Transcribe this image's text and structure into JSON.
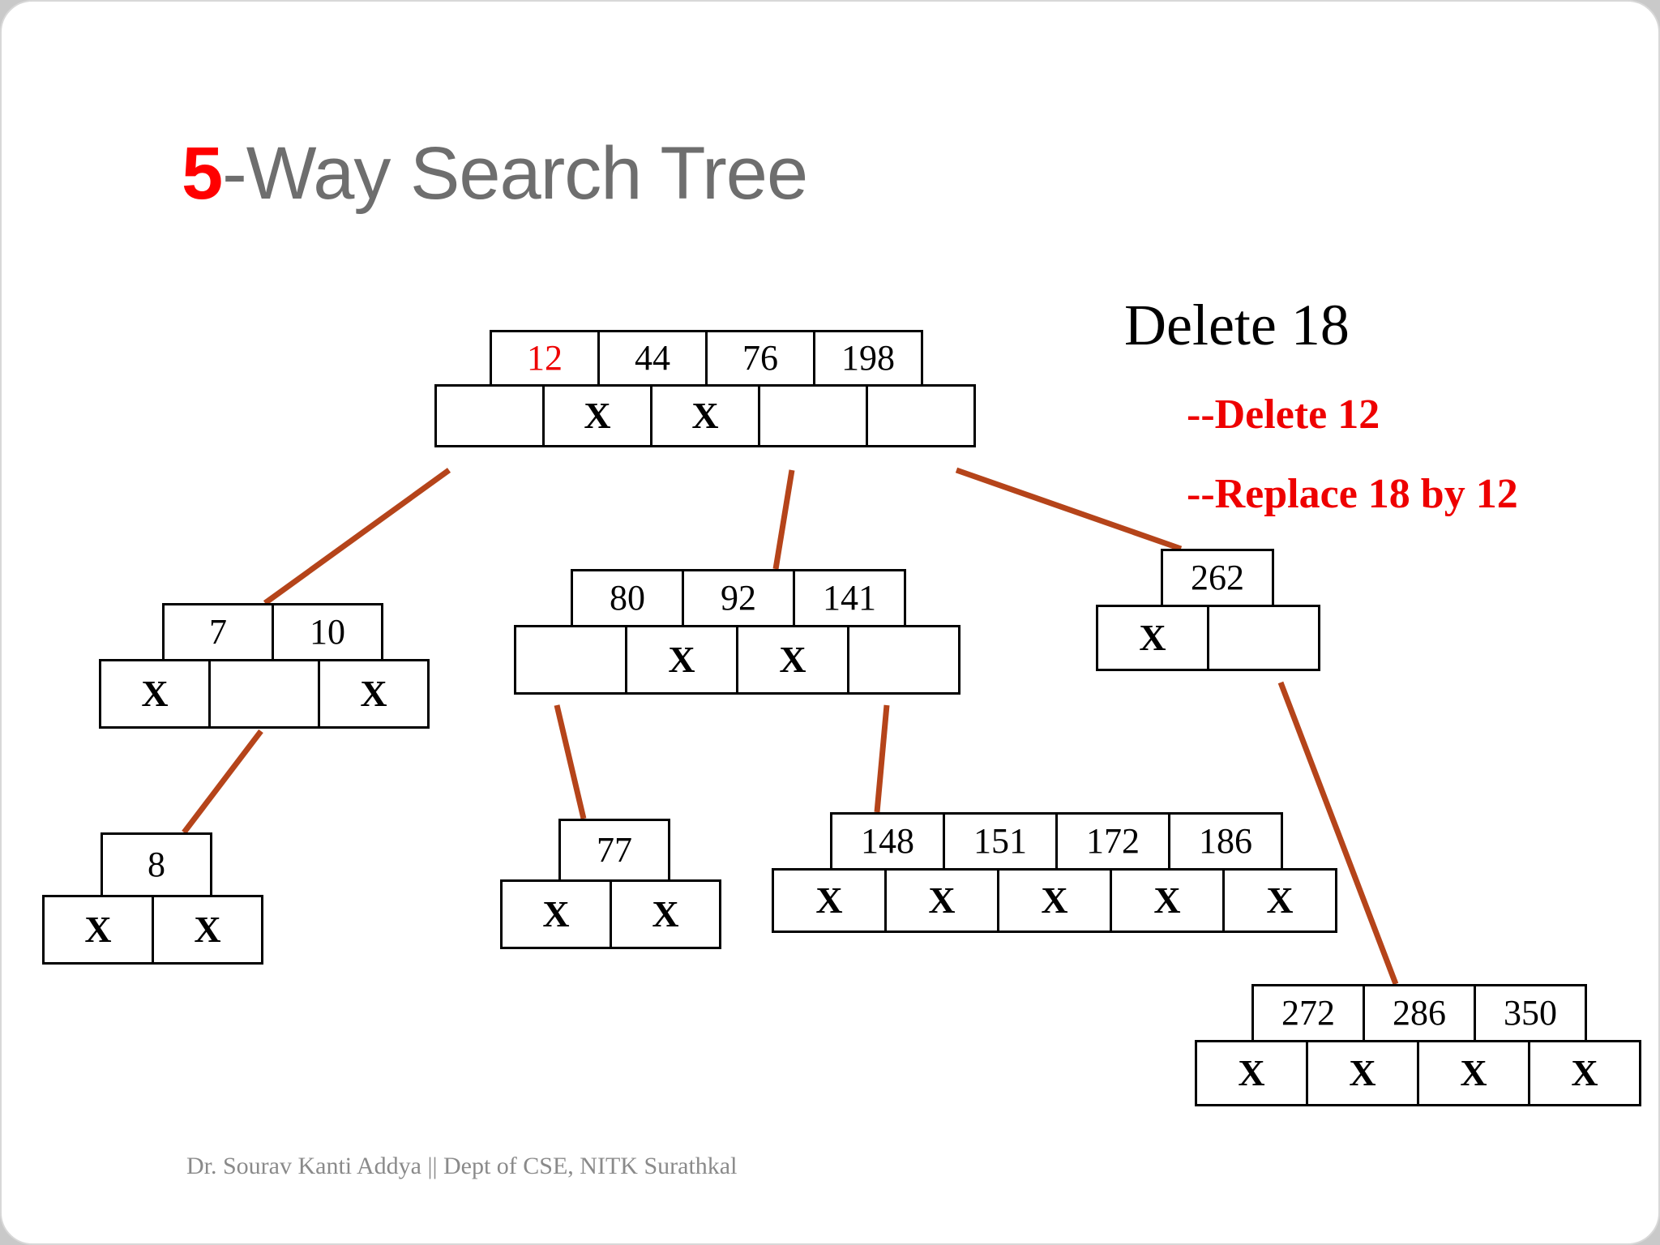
{
  "slide": {
    "title_accent": "5",
    "title_rest": "-Way Search Tree",
    "footer": "Dr. Sourav Kanti Addya || Dept of CSE, NITK Surathkal",
    "accent_color": "#ff0000",
    "title_color": "#6e6e6e",
    "edge_color": "#b5441a",
    "note_color": "#ee0000"
  },
  "instructions": {
    "heading": "Delete 18",
    "step_1": "--Delete 12",
    "step_2": "--Replace 18 by 12"
  },
  "tree": {
    "nodes": [
      {
        "id": "root",
        "keys": [
          "12",
          "44",
          "76",
          "198"
        ],
        "key_colors": [
          "red",
          "black",
          "black",
          "black"
        ],
        "pointers": [
          "",
          "X",
          "X",
          "",
          ""
        ]
      },
      {
        "id": "node-7-10",
        "keys": [
          "7",
          "10"
        ],
        "key_colors": [
          "black",
          "black"
        ],
        "pointers": [
          "X",
          "",
          "X"
        ]
      },
      {
        "id": "node-80-92-141",
        "keys": [
          "80",
          "92",
          "141"
        ],
        "key_colors": [
          "black",
          "black",
          "black"
        ],
        "pointers": [
          "",
          "X",
          "X",
          ""
        ]
      },
      {
        "id": "node-262",
        "keys": [
          "262"
        ],
        "key_colors": [
          "black"
        ],
        "pointers": [
          "X",
          ""
        ]
      },
      {
        "id": "node-8",
        "keys": [
          "8"
        ],
        "key_colors": [
          "black"
        ],
        "pointers": [
          "X",
          "X"
        ]
      },
      {
        "id": "node-77",
        "keys": [
          "77"
        ],
        "key_colors": [
          "black"
        ],
        "pointers": [
          "X",
          "X"
        ]
      },
      {
        "id": "node-148-151-172-186",
        "keys": [
          "148",
          "151",
          "172",
          "186"
        ],
        "key_colors": [
          "black",
          "black",
          "black",
          "black"
        ],
        "pointers": [
          "X",
          "X",
          "X",
          "X",
          "X"
        ]
      },
      {
        "id": "node-272-286-350",
        "keys": [
          "272",
          "286",
          "350"
        ],
        "key_colors": [
          "black",
          "black",
          "black"
        ],
        "pointers": [
          "X",
          "X",
          "X",
          "X"
        ]
      }
    ]
  }
}
